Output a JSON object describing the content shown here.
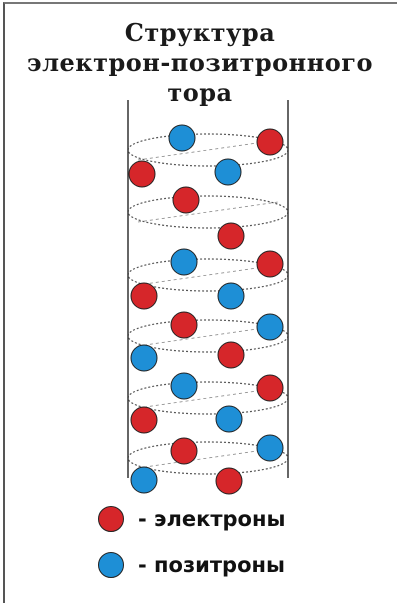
{
  "title_lines": [
    "Структура",
    "электрон-позитронного",
    "тора"
  ],
  "colors": {
    "electron": "#d6262a",
    "positron": "#1e8fd6",
    "outline": "#222222",
    "ring": "#555555",
    "frame": "#666666"
  },
  "particles": [
    {
      "type": "positron"
    },
    {
      "type": "electron"
    },
    {
      "type": "electron"
    },
    {
      "type": "positron"
    },
    {
      "type": "electron"
    },
    {
      "type": "electron"
    },
    {
      "type": "positron"
    },
    {
      "type": "electron"
    },
    {
      "type": "electron"
    },
    {
      "type": "positron"
    },
    {
      "type": "electron"
    },
    {
      "type": "positron"
    },
    {
      "type": "positron"
    },
    {
      "type": "electron"
    },
    {
      "type": "positron"
    },
    {
      "type": "electron"
    },
    {
      "type": "electron"
    },
    {
      "type": "positron"
    },
    {
      "type": "electron"
    },
    {
      "type": "positron"
    },
    {
      "type": "positron"
    },
    {
      "type": "electron"
    }
  ],
  "legend": [
    {
      "type": "electron",
      "label": "- электроны"
    },
    {
      "type": "positron",
      "label": "- позитроны"
    }
  ]
}
